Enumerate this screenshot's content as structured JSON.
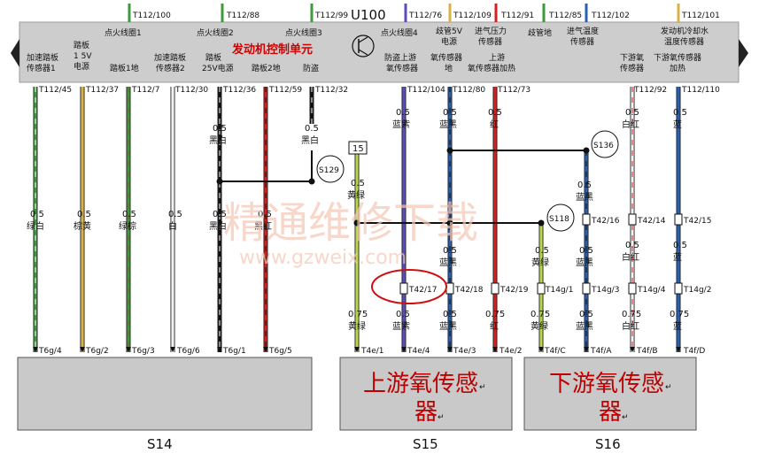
{
  "unit": {
    "name": "U100",
    "title": "发动机控制单元",
    "arrow_left": "◀",
    "arrow_right": "▶"
  },
  "top_pins": [
    "T112/100",
    "T112/88",
    "T112/99",
    "T112/76",
    "T112/109",
    "T112/91",
    "T112/85",
    "T112/102",
    "T112/101"
  ],
  "header_labels": {
    "h1": "点火线圈1",
    "h2": "点火线圈2",
    "h3": "点火线圈3",
    "h4": "点火线圈4",
    "h5": [
      "歧管5V",
      "电源"
    ],
    "h6": [
      "进气压力",
      "传感器"
    ],
    "h7": "歧管地",
    "h8": [
      "进气温度",
      "传感器"
    ],
    "h9": [
      "发动机冷却水",
      "温度传感器"
    ]
  },
  "bottom_labels": {
    "b1": [
      "加速踏板",
      "传感器1"
    ],
    "b2": [
      "踏板",
      "1 5V",
      "电源"
    ],
    "b3": "踏板1地",
    "b4": [
      "加速踏板",
      "传感器2"
    ],
    "b5": [
      "踏板",
      "25V电源"
    ],
    "b6": "踏板2地",
    "b7": "防盗",
    "b8": [
      "防盗上游",
      "氧传感器"
    ],
    "b9": [
      "氧传感器",
      "地"
    ],
    "b10": [
      "上游",
      "氧传感器加热"
    ],
    "b11": [
      "下游氧",
      "传感器"
    ],
    "b12": [
      "下游氧传感器",
      "加热"
    ]
  },
  "bottom_pins": [
    "T112/45",
    "T112/37",
    "T112/7",
    "T112/30",
    "T112/36",
    "T112/59",
    "T112/32",
    "T112/104",
    "T112/80",
    "T112/73",
    "T112/92",
    "T112/110"
  ],
  "left_wires": [
    {
      "size": "0.5",
      "color": "绿白",
      "pin": "T6g/4"
    },
    {
      "size": "0.5",
      "color": "棕黄",
      "pin": "T6g/2"
    },
    {
      "size": "0.5",
      "color": "绿棕",
      "pin": "T6g/3"
    },
    {
      "size": "0.5",
      "color": "白",
      "pin": "T6g/6"
    },
    {
      "size": "0.5",
      "color": "黑白",
      "pin": "T6g/1"
    },
    {
      "size": "0.5",
      "color": "黑红",
      "pin": "T6g/5"
    }
  ],
  "upper_wire_labels": [
    {
      "size": "0.5",
      "color": "黑白"
    },
    {
      "size": "0.5",
      "color": "黑白"
    },
    {
      "size": "0.5",
      "color": "蓝紫"
    },
    {
      "size": "0.5",
      "color": "蓝黑"
    },
    {
      "size": "0.5",
      "color": "红"
    },
    {
      "size": "0.5",
      "color": "白红"
    },
    {
      "size": "0.5",
      "color": "蓝"
    },
    {
      "size": "0.5",
      "color": "黄绿"
    },
    {
      "size": "0.5",
      "color": "蓝黑"
    }
  ],
  "splices": [
    "S129",
    "S136",
    "S118"
  ],
  "terminal_15": "15",
  "mid_connectors": [
    "T42/17",
    "T42/18",
    "T42/19",
    "T14g/1",
    "T14g/3",
    "T14g/4",
    "T14g/2",
    "T42/16",
    "T42/14",
    "T42/15"
  ],
  "mid_labels_upper": [
    {
      "size": "0.5",
      "color": "白红"
    },
    {
      "size": "0.5",
      "color": "蓝"
    }
  ],
  "mid_labels_lower": [
    {
      "size": "0.5",
      "color": "蓝黑"
    },
    {
      "size": "0.5",
      "color": "黄绿"
    },
    {
      "size": "0.5",
      "color": "蓝黑"
    },
    {
      "size": "0.5",
      "color": "白红"
    },
    {
      "size": "0.5",
      "color": "蓝"
    }
  ],
  "right_wires": [
    {
      "size": "0.75",
      "color": "黄绿",
      "pin": "T4e/1"
    },
    {
      "size": "0.5",
      "color": "蓝紫",
      "pin": "T4e/4"
    },
    {
      "size": "0.5",
      "color": "蓝黑",
      "pin": "T4e/3"
    },
    {
      "size": "0.75",
      "color": "红",
      "pin": "T4e/2"
    },
    {
      "size": "0.75",
      "color": "黄绿",
      "pin": "T4f/C"
    },
    {
      "size": "0.5",
      "color": "蓝黑",
      "pin": "T4f/A"
    },
    {
      "size": "0.75",
      "color": "白红",
      "pin": "T4f/B"
    },
    {
      "size": "0.75",
      "color": "蓝",
      "pin": "T4f/D"
    }
  ],
  "components": {
    "s14": {
      "label": "S14"
    },
    "s15": {
      "label": "S15",
      "text": [
        "上游氧传感",
        "器"
      ]
    },
    "s16": {
      "label": "S16",
      "text": [
        "下游氧传感",
        "器"
      ]
    },
    "return_mark": "↵"
  },
  "watermark": {
    "cn": "精通维修下载",
    "url": "www.gzweix.com"
  },
  "colors": {
    "green": "#3f9a3f",
    "tan": "#d7b24a",
    "white": "#f2f2f2",
    "black": "#111111",
    "red": "#d32020",
    "blue": "#2b5fb0",
    "yellowgreen": "#b7d64a",
    "purple": "#5a4fb5",
    "panel": "#c9c9c9"
  }
}
